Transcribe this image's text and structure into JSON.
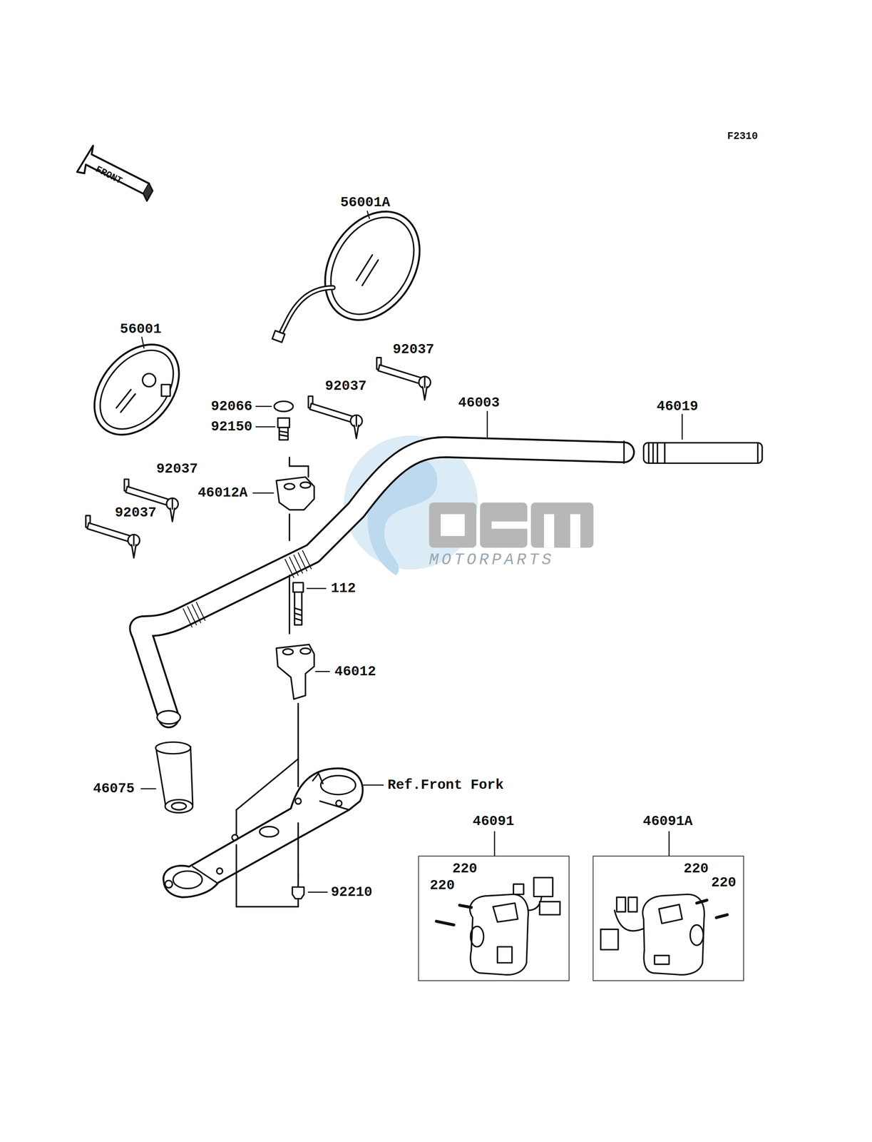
{
  "diagram": {
    "nodes": [
      {
        "text": [
          "46091",
          "220",
          "220"
        ]
      },
      {
        "text": [
          "46091A",
          "220",
          "220"
        ]
      }
    ],
    "edges": [],
    "labels": [
      "F2310",
      "FRONT",
      "56001A",
      "56001",
      "92037",
      "92037",
      "92066",
      "92150",
      "46003",
      "46019",
      "92037",
      "46012A",
      "92037",
      "112",
      "46012",
      "46075",
      "Ref.Front Fork",
      "92210",
      "MOTORPARTS"
    ]
  }
}
